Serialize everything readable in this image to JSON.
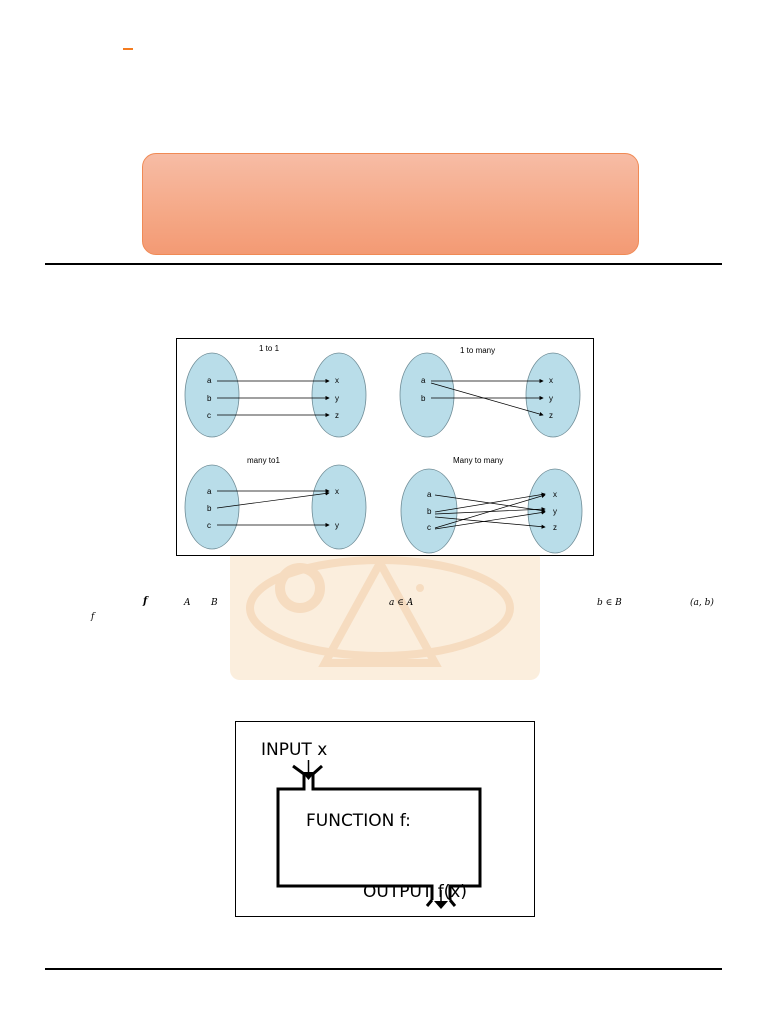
{
  "relations_diagram": {
    "panels": [
      {
        "title": "1 to 1",
        "left": [
          "a",
          "b",
          "c"
        ],
        "right": [
          "x",
          "y",
          "z"
        ]
      },
      {
        "title": "1 to many",
        "left": [
          "a",
          "b"
        ],
        "right": [
          "x",
          "y",
          "z"
        ]
      },
      {
        "title": "many to1",
        "left": [
          "a",
          "b",
          "c"
        ],
        "right": [
          "x",
          "y"
        ]
      },
      {
        "title": "Many to many",
        "left": [
          "a",
          "b",
          "c"
        ],
        "right": [
          "x",
          "y",
          "z"
        ]
      }
    ]
  },
  "math_fragments": {
    "f_bold": "f",
    "A": "A",
    "B": "B",
    "a_in_A": "a ∈ A",
    "b_in_B": "b ∈ B",
    "pair": "(a, b)",
    "f": "f"
  },
  "function_machine": {
    "input_label": "INPUT x",
    "function_label": "FUNCTION f:",
    "output_label": "OUTPUT f(x)"
  },
  "colors": {
    "banner_fill": "#f5a886",
    "ellipse_fill": "#b9dde9",
    "accent": "#f47c20"
  }
}
